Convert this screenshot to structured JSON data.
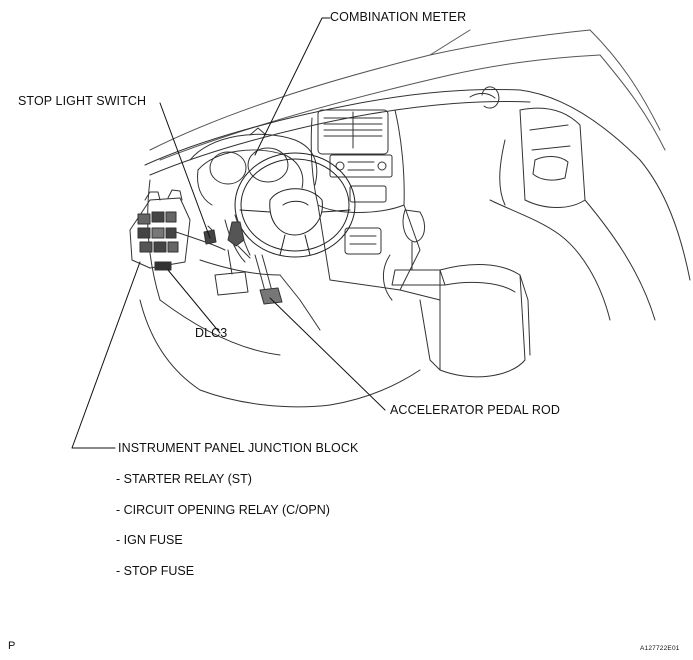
{
  "labels": {
    "combination_meter": "COMBINATION METER",
    "stop_light_switch": "STOP LIGHT SWITCH",
    "dlc3": "DLC3",
    "accelerator_pedal_rod": "ACCELERATOR PEDAL ROD",
    "instrument_panel_junction_block": "INSTRUMENT PANEL JUNCTION BLOCK"
  },
  "junction_block_items": [
    "- STARTER RELAY (ST)",
    "- CIRCUIT OPENING RELAY (C/OPN)",
    "- IGN FUSE",
    "- STOP FUSE"
  ],
  "corner_mark": "P",
  "figure_code": "A127722E01"
}
